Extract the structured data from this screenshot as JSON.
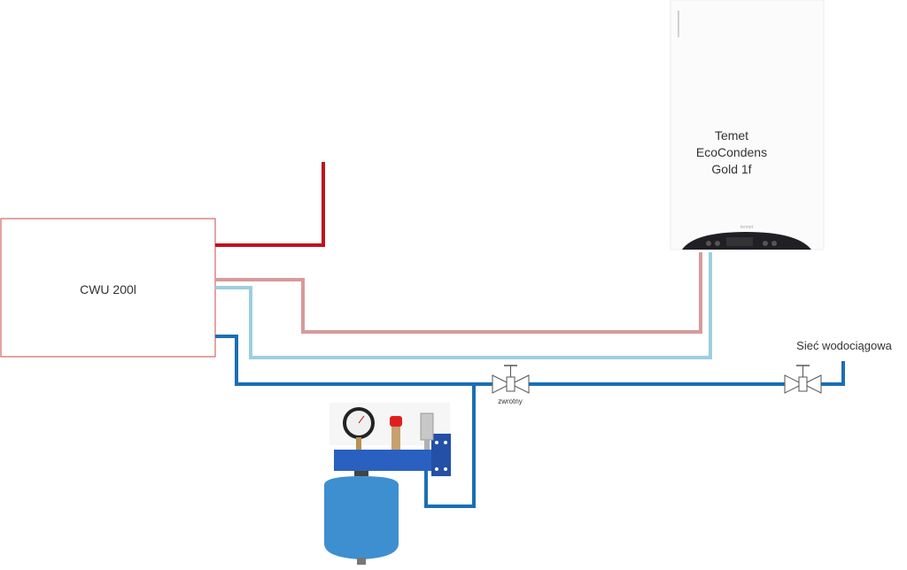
{
  "diagram": {
    "tank": {
      "label": "CWU 200l"
    },
    "boiler": {
      "line1": "Temet",
      "line2": "EcoCondens",
      "line3": "Gold 1f",
      "brand": "termet"
    },
    "valves": {
      "check_valve": {
        "label": "zwrotny"
      },
      "mains": {
        "label": "Sieć wodociągowa"
      }
    },
    "colors": {
      "hot": "#c0121c",
      "circulation": "#d89a9a",
      "cold_to_boiler": "#9ccfe0",
      "cold_supply": "#1a6fb5",
      "tank_border": "#c84848",
      "expansion_blue": "#3e8fd0",
      "manifold_blue": "#2a60c0"
    },
    "pipes": [
      {
        "name": "hot-water-pipe",
        "kind": "hot"
      },
      {
        "name": "circulation-pipe",
        "kind": "circulation"
      },
      {
        "name": "boiler-cold-pipe",
        "kind": "cold_to_boiler"
      },
      {
        "name": "cold-supply-pipe",
        "kind": "cold_supply"
      }
    ],
    "components": [
      "pressure-gauge-icon",
      "safety-valve-icon",
      "air-vent-icon",
      "expansion-vessel-icon",
      "mounting-manifold-icon"
    ]
  }
}
